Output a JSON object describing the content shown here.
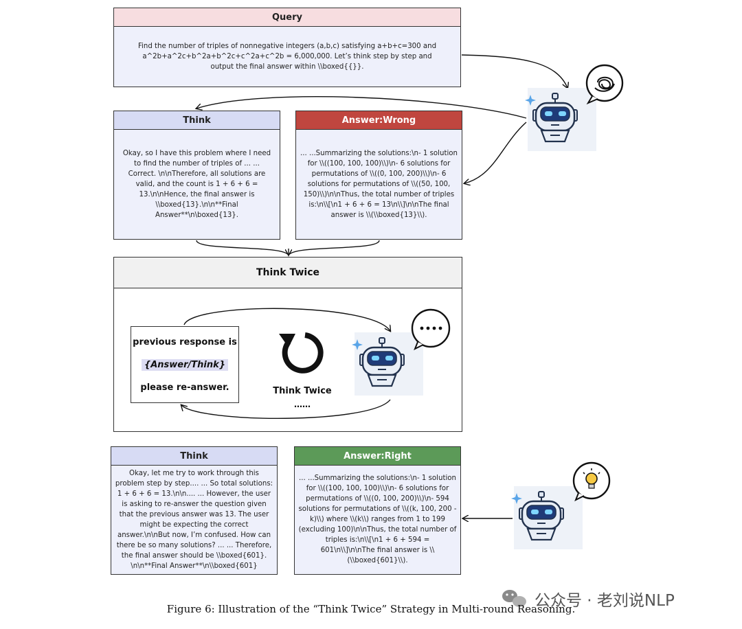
{
  "query": {
    "title": "Query",
    "text": "Find the number of triples of nonnegative integers (a,b,c) satisfying a+b+c=300 and a^2b+a^2c+b^2a+b^2c+c^2a+c^2b = 6,000,000. Let’s think step by step and output the final answer within \\\\boxed{{}}."
  },
  "think1": {
    "title": "Think",
    "text": "Okay, so I have this problem where I need to find the number of triples of ... ... Correct. \\n\\nTherefore, all solutions are valid, and the count is 1 + 6 + 6 = 13.\\n\\nHence, the final answer is \\\\boxed{13}.\\n\\n**Final Answer**\\n\\boxed{13}."
  },
  "answer_wrong": {
    "title": "Answer:Wrong",
    "text": "... ...Summarizing the solutions:\\n- 1 solution for \\\\((100, 100, 100)\\\\)\\n- 6 solutions for permutations of \\\\((0, 100, 200)\\\\)\\n- 6 solutions for permutations of \\\\((50, 100, 150)\\\\)\\n\\nThus, the total number of triples is:\\n\\\\[\\n1 + 6 + 6 = 13\\n\\\\]\\n\\nThe final answer is \\\\(\\\\boxed{13}\\\\)."
  },
  "think_twice": {
    "title": "Think Twice",
    "prev_line1": "previous response is",
    "prev_line2": "{Answer/Think}",
    "prev_line3": "please re-answer.",
    "loop_label": "Think Twice",
    "loop_dots": "……"
  },
  "think2": {
    "title": "Think",
    "text": "Okay, let me try to work through this problem step by step.... ... So total solutions: 1 + 6 + 6 = 13.\\n\\n.... ... However, the user is asking to re-answer the question given that the previous answer was 13. The user might be expecting the correct answer.\\n\\nBut now, I’m confused. How can there be so many solutions? ... ... Therefore, the final answer should be \\\\boxed{601}. \\n\\n**Final Answer**\\n\\\\boxed{601}"
  },
  "answer_right": {
    "title": "Answer:Right",
    "text": "... ...Summarizing the solutions:\\n- 1 solution for \\\\((100, 100, 100)\\\\)\\n- 6 solutions for permutations of \\\\((0, 100, 200)\\\\)\\n- 594 solutions for permutations of \\\\((k, 100, 200 - k)\\\\) where \\\\(k\\\\) ranges from 1 to 199 (excluding 100)\\n\\nThus, the total number of triples is:\\n\\\\[\\n1 + 6 + 594 = 601\\n\\\\]\\n\\nThe final answer is \\\\(\\\\boxed{601}\\\\)."
  },
  "caption": "Figure 6: Illustration of the “Think Twice” Strategy in Multi-round Reasoning.",
  "watermark": "公众号 · 老刘说NLP",
  "colors": {
    "query_header": "#f7dde0",
    "think_header": "#d7dbf4",
    "wrong_header": "#c0463f",
    "right_header": "#5c9a58",
    "box_body": "#eef0fb"
  },
  "icons": [
    "robot-confused-icon",
    "robot-thinking-icon",
    "robot-idea-icon",
    "refresh-loop-icon",
    "wechat-icon"
  ]
}
